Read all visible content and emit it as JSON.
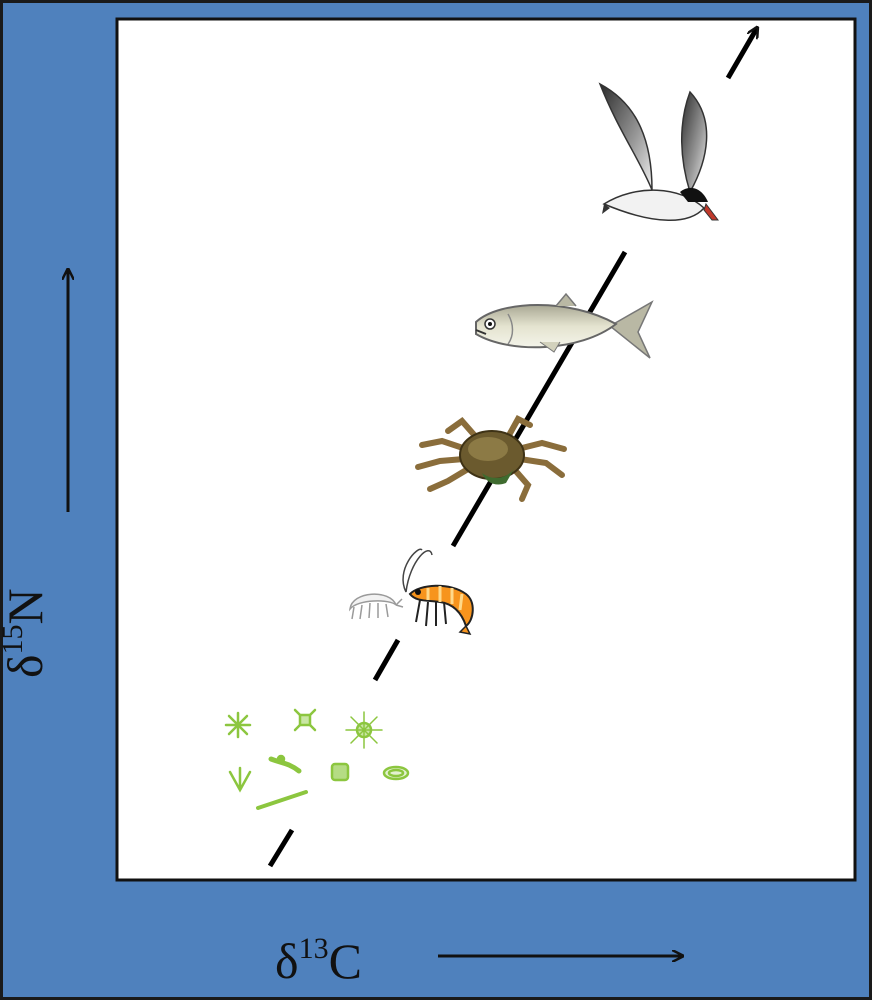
{
  "diagram": {
    "title": "",
    "x_axis": {
      "symbol": "δ",
      "superscript": "13",
      "element": "C"
    },
    "y_axis": {
      "symbol": "δ",
      "superscript": "15",
      "element": "N"
    },
    "food_web_levels": [
      {
        "name": "phytoplankton",
        "icon": "phytoplankton-icon"
      },
      {
        "name": "zooplankton",
        "icon": "amphipod-icon"
      },
      {
        "name": "shrimp",
        "icon": "shrimp-icon"
      },
      {
        "name": "crab",
        "icon": "crab-icon"
      },
      {
        "name": "fish",
        "icon": "fish-icon"
      },
      {
        "name": "seabird",
        "icon": "tern-icon"
      }
    ],
    "colors": {
      "frame": "#4f81bd",
      "frame_border": "#1a1a1a",
      "plot_bg": "#ffffff",
      "trend_line": "#000000",
      "phytoplankton": "#8cc63f",
      "shrimp_body": "#f7941d",
      "crab_body": "#6b5a2e",
      "fish_body": "#d8d7c0"
    }
  }
}
